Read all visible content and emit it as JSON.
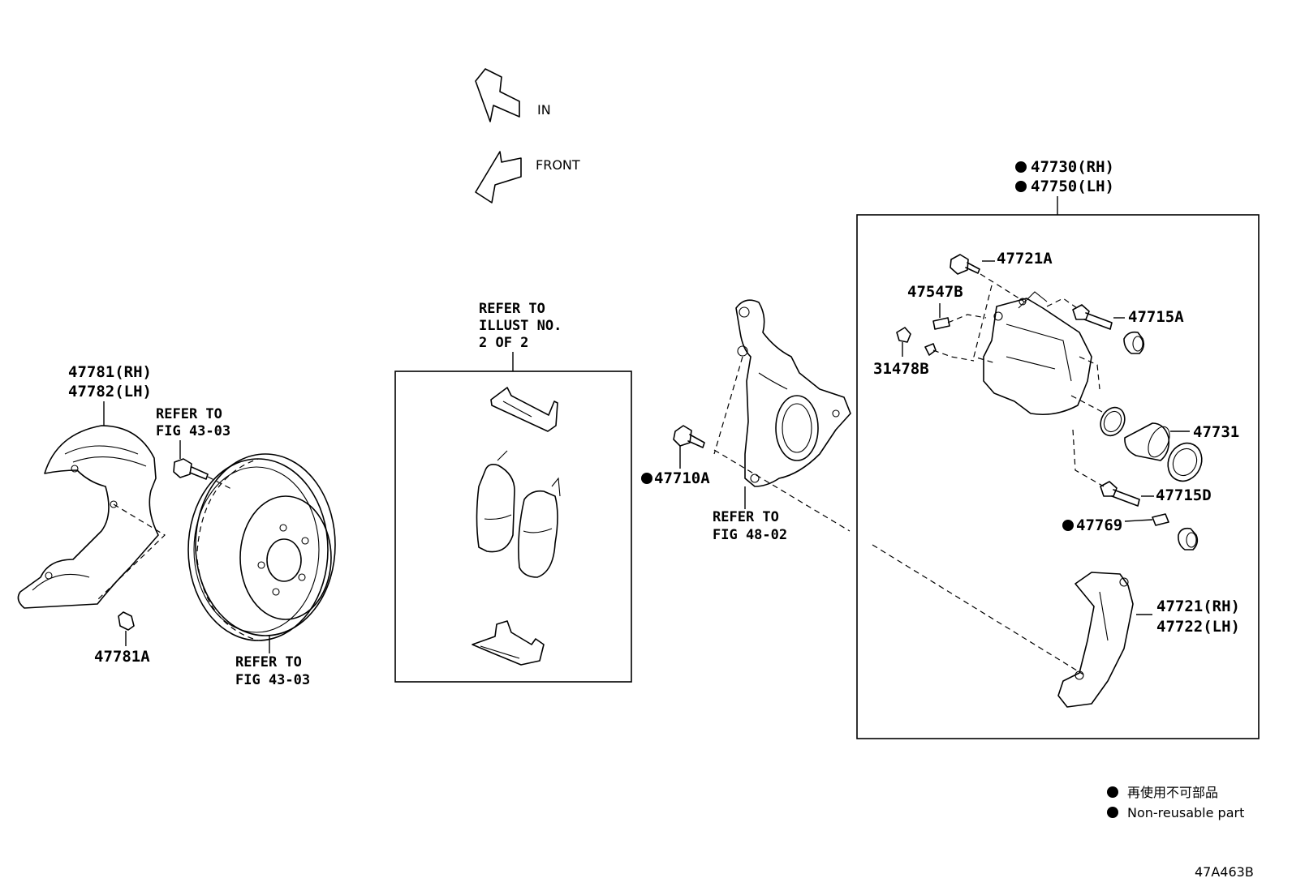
{
  "directions": {
    "in": "IN",
    "front": "FRONT"
  },
  "labels": {
    "caliper_rh": "47730(RH)",
    "caliper_lh": "47750(LH)",
    "p47721a": "47721A",
    "p47547b": "47547B",
    "p47715a": "47715A",
    "p31478b": "31478B",
    "p47731": "47731",
    "p47715d": "47715D",
    "p47769": "47769",
    "mount_rh": "47721(RH)",
    "mount_lh": "47722(LH)",
    "p47710a": "47710A",
    "shield_rh": "47781(RH)",
    "shield_lh": "47782(LH)",
    "p47781a": "47781A"
  },
  "refs": {
    "refer_to": "REFER TO",
    "fig_43_03": "FIG 43-03",
    "fig_48_02": "FIG 48-02",
    "illust_no": "ILLUST NO.",
    "two_of_two": "2 OF 2"
  },
  "legend": {
    "jp": "再使用不可部品",
    "en": "Non-reusable part"
  },
  "figure_id": "47A463B"
}
